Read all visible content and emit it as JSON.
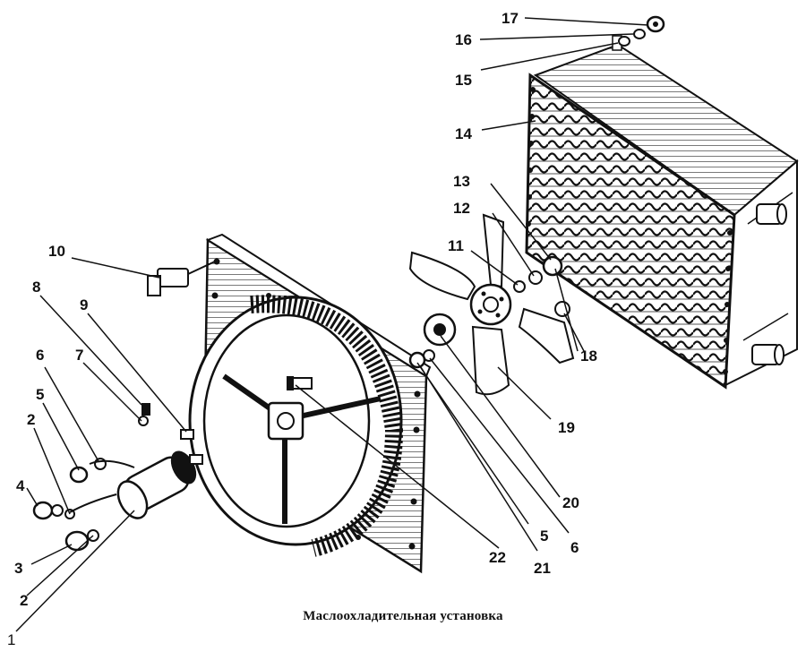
{
  "caption": "Маслоохладительная  установка",
  "callouts": {
    "n1": "1",
    "n2a": "2",
    "n2b": "2",
    "n3": "3",
    "n4": "4",
    "n5a": "5",
    "n5b": "5",
    "n6a": "6",
    "n6b": "6",
    "n7": "7",
    "n8": "8",
    "n9": "9",
    "n10": "10",
    "n11": "11",
    "n12": "12",
    "n13": "13",
    "n14": "14",
    "n15": "15",
    "n16": "16",
    "n17": "17",
    "n18": "18",
    "n19": "19",
    "n20": "20",
    "n21": "21",
    "n22": "22"
  },
  "parts": {
    "radiator": "oil-cooler-radiator",
    "shroud": "fan-shroud-panel",
    "fan": "fan-impeller",
    "motor": "electric-motor"
  }
}
